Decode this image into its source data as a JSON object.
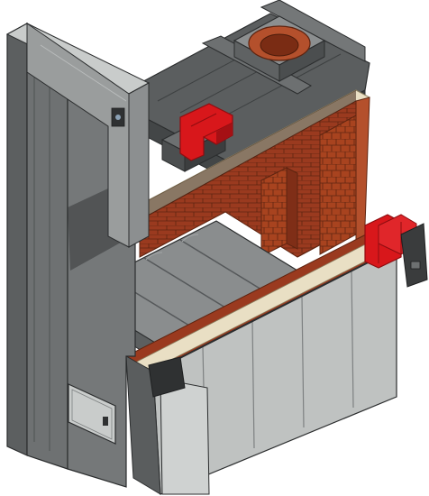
{
  "figure": {
    "subject": "furnace-cutaway",
    "colors": {
      "background": "#ffffff",
      "steel_dark": "#4a4c4d",
      "steel_mid": "#6e7172",
      "steel_light": "#a8abab",
      "steel_pale": "#c9cccb",
      "refractory_brick": "#9a3a1f",
      "refractory_brick_light": "#b4502c",
      "brick_mortar": "#5e2410",
      "insulation_board": "#e9dfc4",
      "burner_red": "#d8171b",
      "burner_red_dark": "#8e0d10",
      "hearth_grey": "#7d8081",
      "flue_ring": "#b4502c"
    },
    "components": [
      "outer-casing",
      "front-door-panel",
      "flue-collar",
      "roof-burner",
      "side-burner",
      "brick-lining",
      "hearth-blocks",
      "front-wall-casing",
      "control-box"
    ]
  }
}
